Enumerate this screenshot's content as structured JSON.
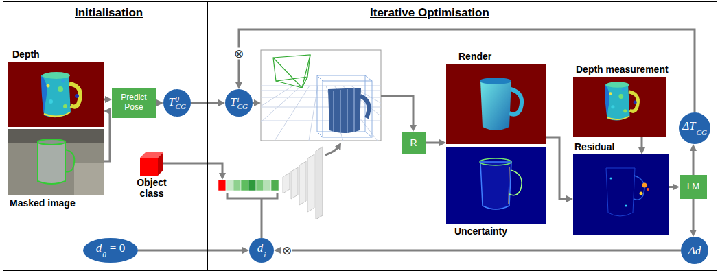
{
  "diagram": {
    "nodes": [
      {
        "text": [
          "Initialisation"
        ]
      },
      {
        "text": [
          "Iterative Optimisation"
        ]
      },
      {
        "text": [
          "Depth"
        ],
        "in": 0
      },
      {
        "text": [
          "Masked image"
        ],
        "in": 0
      },
      {
        "text": [
          "Predict Pose"
        ],
        "in": 0
      },
      {
        "text": [
          "T",
          "CG",
          "0"
        ],
        "in": 0
      },
      {
        "text": [
          "Object class"
        ],
        "in": 0
      },
      {
        "text": [
          "d",
          "0",
          "= 0"
        ],
        "in": 0
      },
      {
        "text": [
          "T",
          "CG",
          "i"
        ],
        "in": 1
      },
      {
        "text": [
          "d",
          "i"
        ],
        "in": 1
      },
      {
        "text": [
          "R"
        ],
        "in": 1
      },
      {
        "text": [
          "Render"
        ],
        "in": 1
      },
      {
        "text": [
          "Uncertainty"
        ],
        "in": 1
      },
      {
        "text": [
          "Depth measurement"
        ],
        "in": 1
      },
      {
        "text": [
          "Residual"
        ],
        "in": 1
      },
      {
        "text": [
          "LM"
        ],
        "in": 1
      },
      {
        "text": [
          "ΔT",
          "CG"
        ],
        "in": 1
      },
      {
        "text": [
          "Δd"
        ],
        "in": 1
      }
    ],
    "edges": [
      {
        "from": 2,
        "to": 4,
        "arrow": "to"
      },
      {
        "from": 3,
        "to": 4,
        "arrow": "to"
      },
      {
        "from": 4,
        "to": 5,
        "arrow": "to"
      },
      {
        "from": 5,
        "to": 8,
        "arrow": "to"
      },
      {
        "from": 16,
        "to": 8,
        "arrow": "to"
      },
      {
        "from": 10,
        "to": 11,
        "arrow": "to"
      },
      {
        "from": 11,
        "to": 14,
        "arrow": "to"
      },
      {
        "from": 13,
        "to": 14,
        "arrow": "to"
      },
      {
        "from": 14,
        "to": 15,
        "arrow": "to"
      },
      {
        "from": 15,
        "to": 16,
        "arrow": "to"
      },
      {
        "from": 15,
        "to": 17,
        "arrow": "to"
      },
      {
        "from": 17,
        "to": 9,
        "arrow": "to"
      },
      {
        "from": 7,
        "to": 9,
        "arrow": "to"
      }
    ],
    "labels": [
      "⊗",
      "⊗"
    ]
  }
}
